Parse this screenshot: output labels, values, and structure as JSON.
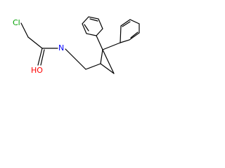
{
  "molecule": {
    "atoms": {
      "cl": {
        "label": "Cl",
        "color": "#00a000"
      },
      "o": {
        "label": "HO",
        "color": "#ff0000"
      },
      "n": {
        "label": "N",
        "color": "#0000ff"
      }
    },
    "bond_color": "#000000"
  }
}
